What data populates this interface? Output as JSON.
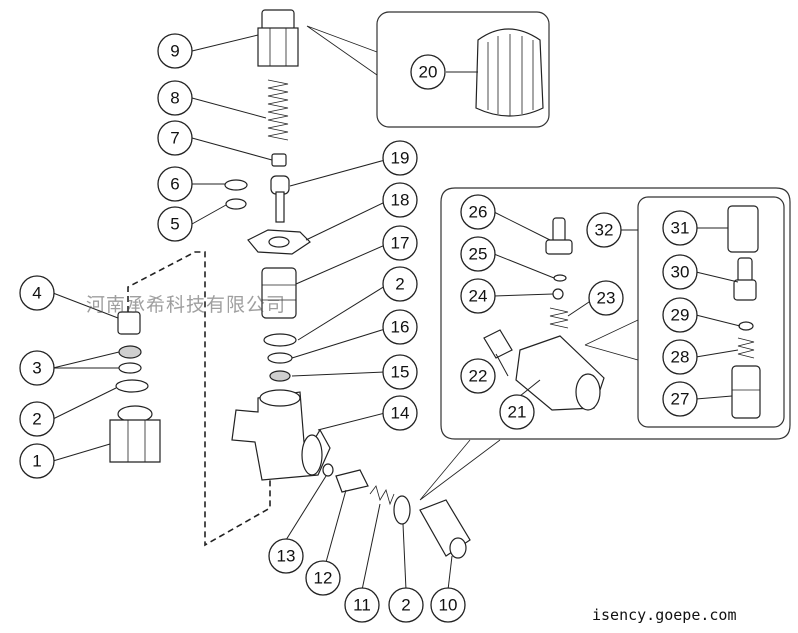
{
  "callouts": [
    {
      "id": "c9",
      "label": "9"
    },
    {
      "id": "c8",
      "label": "8"
    },
    {
      "id": "c7",
      "label": "7"
    },
    {
      "id": "c6",
      "label": "6"
    },
    {
      "id": "c5",
      "label": "5"
    },
    {
      "id": "c4",
      "label": "4"
    },
    {
      "id": "c3",
      "label": "3"
    },
    {
      "id": "c2a",
      "label": "2"
    },
    {
      "id": "c1",
      "label": "1"
    },
    {
      "id": "c19",
      "label": "19"
    },
    {
      "id": "c18",
      "label": "18"
    },
    {
      "id": "c17",
      "label": "17"
    },
    {
      "id": "c2b",
      "label": "2"
    },
    {
      "id": "c16",
      "label": "16"
    },
    {
      "id": "c15",
      "label": "15"
    },
    {
      "id": "c14",
      "label": "14"
    },
    {
      "id": "c13",
      "label": "13"
    },
    {
      "id": "c12",
      "label": "12"
    },
    {
      "id": "c11",
      "label": "11"
    },
    {
      "id": "c2c",
      "label": "2"
    },
    {
      "id": "c10",
      "label": "10"
    },
    {
      "id": "c20",
      "label": "20"
    },
    {
      "id": "c26",
      "label": "26"
    },
    {
      "id": "c25",
      "label": "25"
    },
    {
      "id": "c24",
      "label": "24"
    },
    {
      "id": "c23",
      "label": "23"
    },
    {
      "id": "c22",
      "label": "22"
    },
    {
      "id": "c21",
      "label": "21"
    },
    {
      "id": "c32",
      "label": "32"
    },
    {
      "id": "c31",
      "label": "31"
    },
    {
      "id": "c30",
      "label": "30"
    },
    {
      "id": "c29",
      "label": "29"
    },
    {
      "id": "c28",
      "label": "28"
    },
    {
      "id": "c27",
      "label": "27"
    }
  ],
  "watermark": "河南承希科技有限公司",
  "site_url": "isency.goepe.com"
}
